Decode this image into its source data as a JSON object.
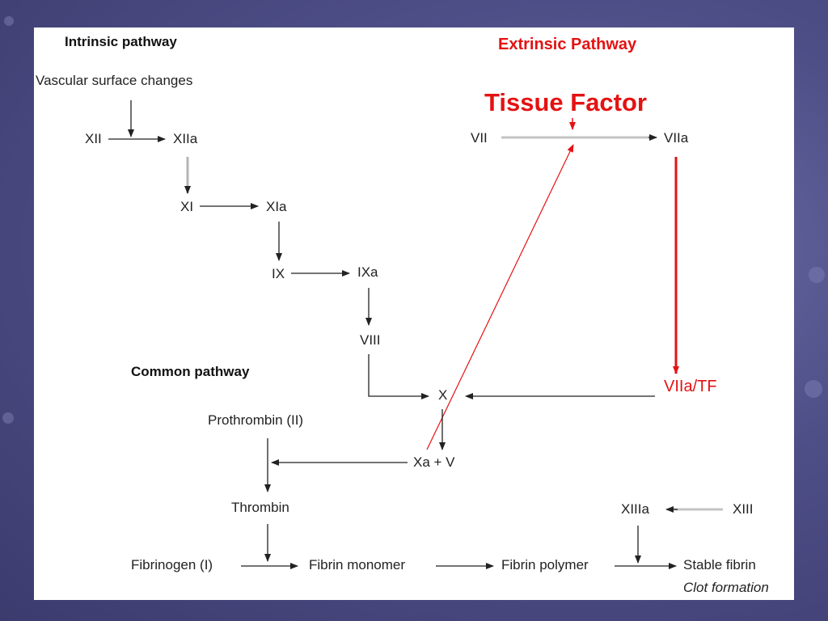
{
  "intrinsic": {
    "title": "Intrinsic pathway",
    "trigger": "Vascular surface changes",
    "f12": "XII",
    "f12a": "XIIa",
    "f11": "XI",
    "f11a": "XIa",
    "f9": "IX",
    "f9a": "IXa",
    "f8": "VIII"
  },
  "extrinsic": {
    "title": "Extrinsic Pathway",
    "tissue_factor": "Tissue Factor",
    "f7": "VII",
    "f7a": "VIIa",
    "complex": "VIIa/TF"
  },
  "common": {
    "title": "Common pathway",
    "f10": "X",
    "f10a_v": "Xa + V",
    "prothrombin": "Prothrombin (II)",
    "thrombin": "Thrombin",
    "fibrinogen": "Fibrinogen (I)",
    "fibrin_monomer": "Fibrin monomer",
    "fibrin_polymer": "Fibrin polymer",
    "stable_fibrin": "Stable fibrin",
    "clot": "Clot formation",
    "f13": "XIII",
    "f13a": "XIIIa"
  },
  "colors": {
    "red": "#e41212",
    "arrow": "#222222",
    "gray_arrow": "#b5b5b5"
  }
}
